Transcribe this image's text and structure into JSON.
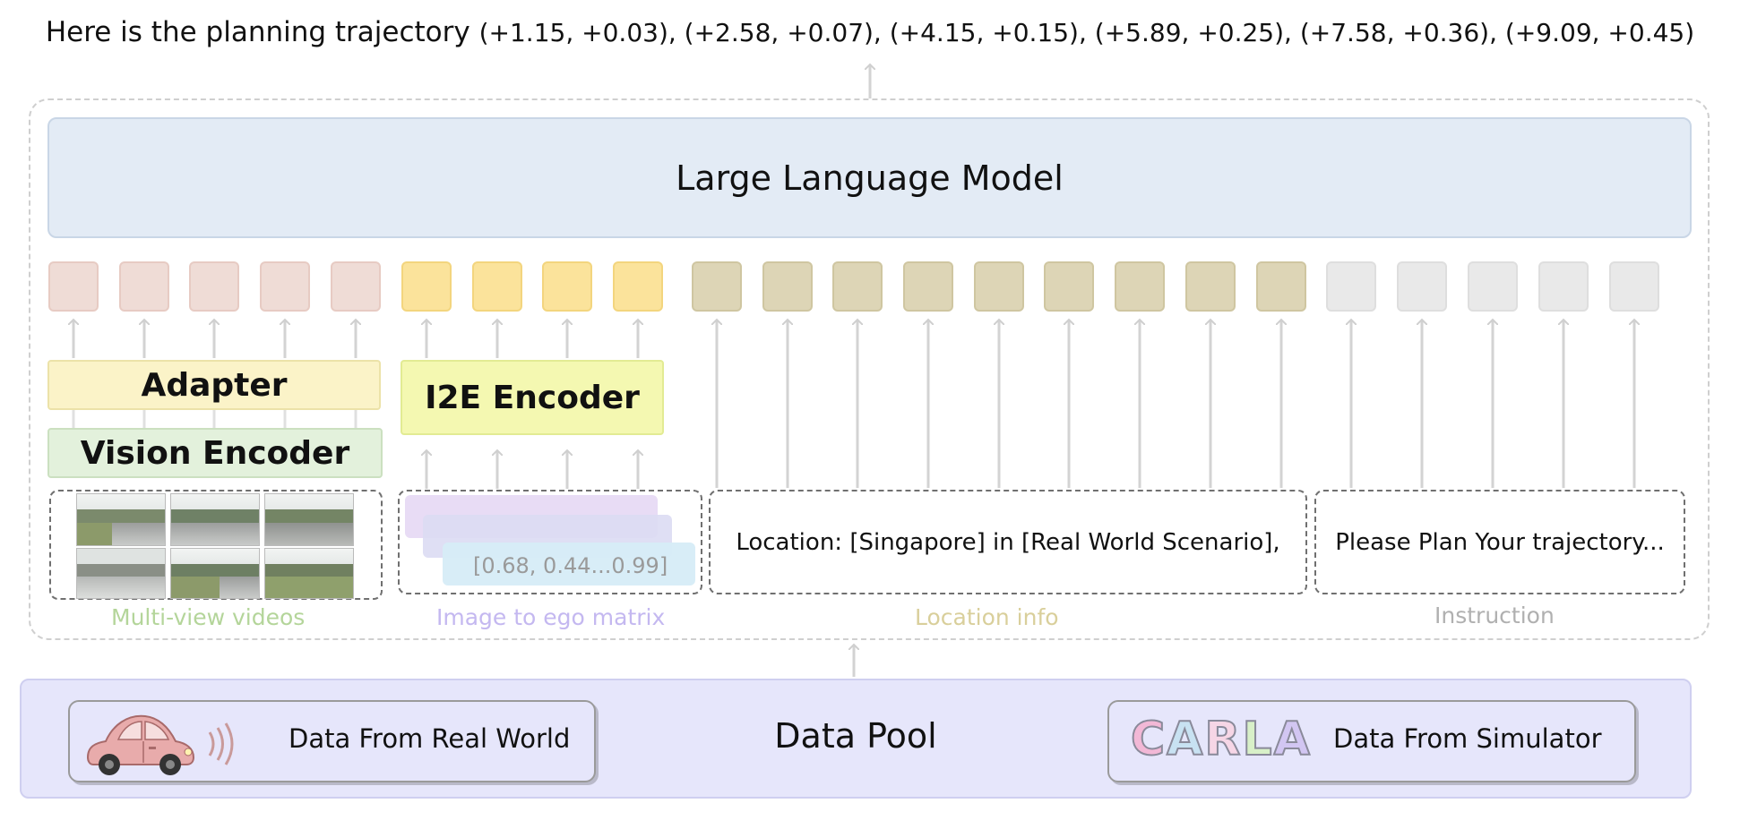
{
  "output": {
    "prefix": "Here is the planning trajectory",
    "trajectory": "(+1.15, +0.03), (+2.58, +0.07), (+4.15, +0.15), (+5.89, +0.25), (+7.58, +0.36), (+9.09, +0.45)"
  },
  "llm": {
    "label": "Large Language Model"
  },
  "modules": {
    "adapter": "Adapter",
    "vision_encoder": "Vision Encoder",
    "i2e_encoder": "I2E Encoder"
  },
  "inputs": {
    "matrix_text": "[0.68, 0.44...0.99]",
    "location_text": "Location: [Singapore] in [Real World Scenario],",
    "instruction_text": "Please Plan Your trajectory..."
  },
  "captions": {
    "videos": "Multi-view videos",
    "matrix": "Image to ego matrix",
    "location": "Location info",
    "instruction": "Instruction"
  },
  "data_pool": {
    "title": "Data Pool",
    "real": "Data From Real World",
    "simulator": "Data From Simulator",
    "carla_logo": "CARLA"
  },
  "colors": {
    "llm": "#e3ebf5",
    "vision_tokens": "#efdcd6",
    "i2e_tokens": "#fbe39b",
    "location_tokens": "#ddd5b6",
    "instruction_tokens": "#e9e9e9",
    "adapter": "#fbf3c8",
    "vision_encoder": "#e3f1dc",
    "i2e_encoder": "#f4f8b1",
    "data_pool": "#e6e6fb",
    "car": "#e3a7a7"
  },
  "icons": {
    "car": "car-icon",
    "signal": "signal-waves-icon",
    "logo": "carla-logo"
  }
}
